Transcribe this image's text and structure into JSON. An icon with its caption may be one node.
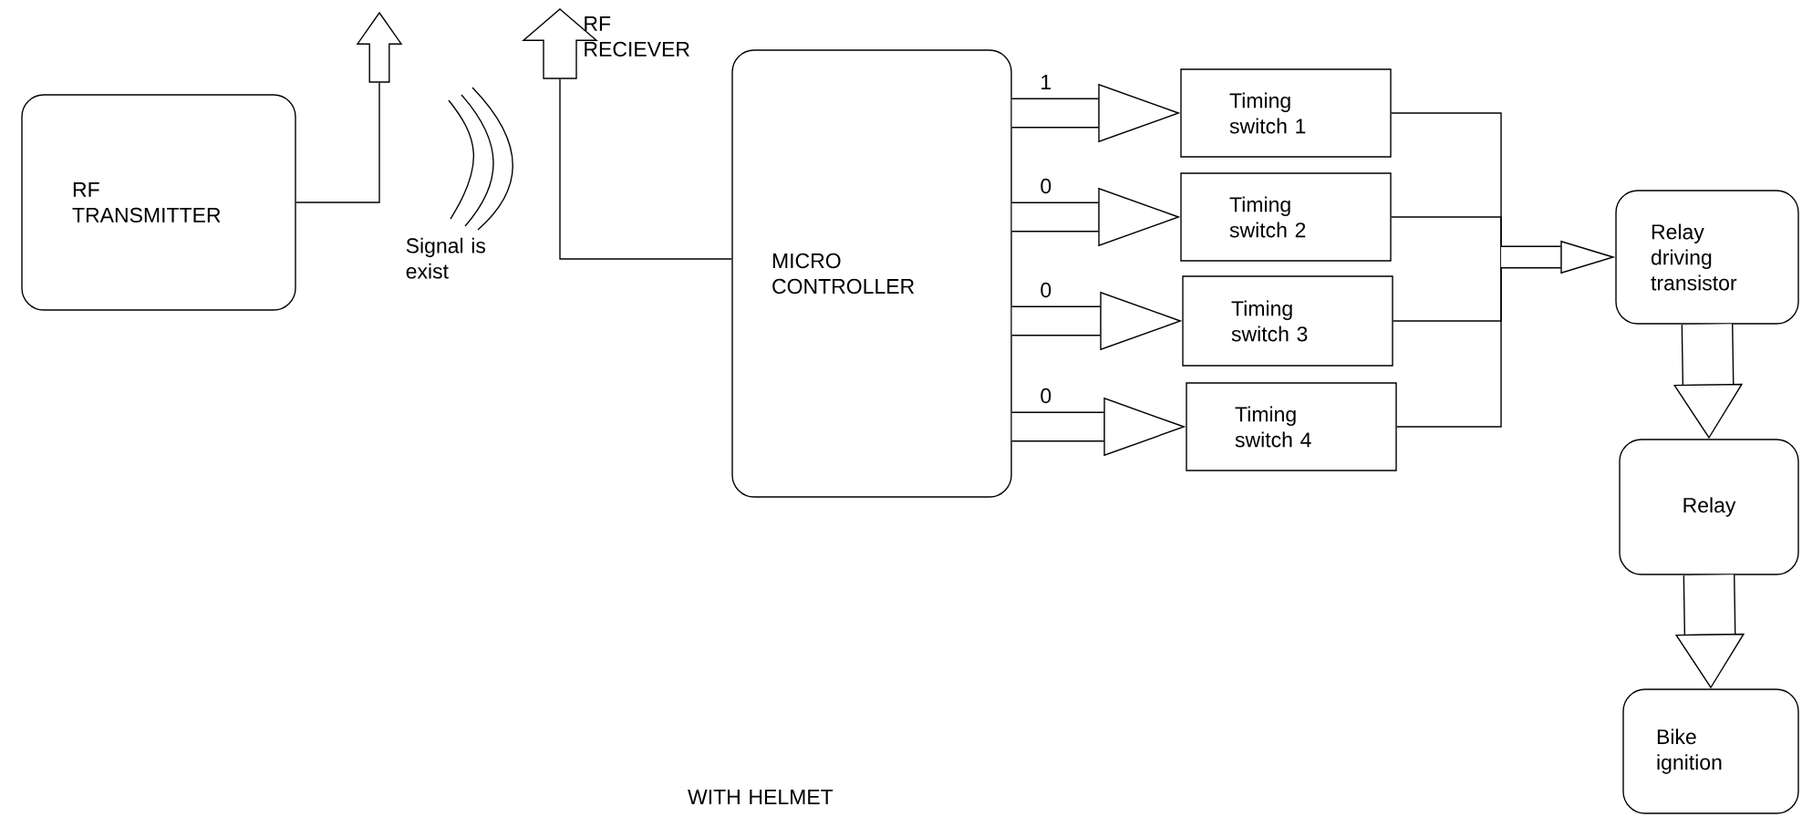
{
  "diagram": {
    "nodes": [
      {
        "text": [
          "RF TRANSMITTER"
        ]
      },
      {
        "text": [],
        "shape": "antenna"
      },
      {
        "text": [],
        "shape": "antenna",
        "beside": [
          "RF RECIEVER"
        ]
      },
      {
        "text": [
          "MICRO CONTROLLER"
        ]
      },
      {
        "text": [
          "Timing switch 1"
        ]
      },
      {
        "text": [
          "Timing switch 2"
        ]
      },
      {
        "text": [
          "Timing switch 3"
        ]
      },
      {
        "text": [
          "Timing switch 4"
        ]
      },
      {
        "text": [
          "Relay driving transistor"
        ]
      },
      {
        "text": [
          "Relay"
        ]
      },
      {
        "text": [
          "Bike ignition"
        ]
      }
    ],
    "edges": [
      {
        "from": 0,
        "to": 1,
        "arrow": "none"
      },
      {
        "from": 2,
        "to": 3,
        "arrow": "none"
      },
      {
        "from": 3,
        "to": 4,
        "arrow": "to",
        "label": "1",
        "style": "thick"
      },
      {
        "from": 3,
        "to": 5,
        "arrow": "to",
        "label": "0",
        "style": "thick"
      },
      {
        "from": 3,
        "to": 6,
        "arrow": "to",
        "label": "0",
        "style": "thick"
      },
      {
        "from": 3,
        "to": 7,
        "arrow": "to",
        "label": "0",
        "style": "thick"
      },
      {
        "from": 4,
        "to": 8,
        "arrow": "to"
      },
      {
        "from": 5,
        "to": 8,
        "arrow": "to"
      },
      {
        "from": 6,
        "to": 8,
        "arrow": "to"
      },
      {
        "from": 7,
        "to": 8,
        "arrow": "to"
      },
      {
        "from": 8,
        "to": 9,
        "arrow": "to",
        "style": "thick"
      },
      {
        "from": 9,
        "to": 10,
        "arrow": "to",
        "style": "thick"
      }
    ],
    "labels": [
      "Signal is exist",
      "WITH HELMET"
    ]
  }
}
